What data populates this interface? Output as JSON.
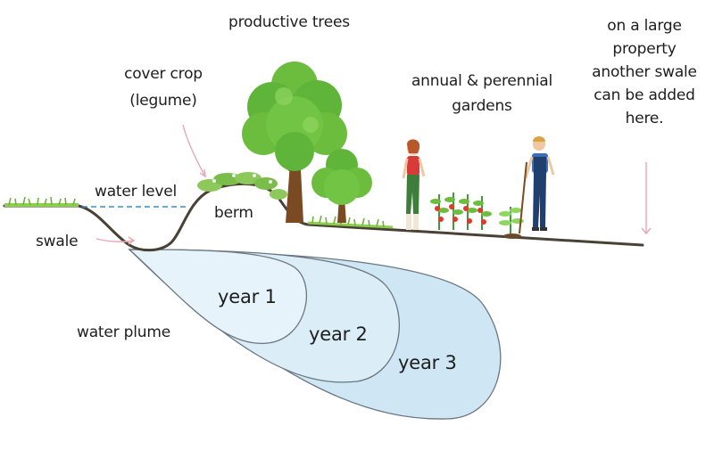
{
  "labels": {
    "productive_trees": "productive trees",
    "cover_crop_line1": "cover crop",
    "cover_crop_line2": "(legume)",
    "annual_line1": "annual & perennial",
    "annual_line2": "gardens",
    "large_property_line1": "on a large",
    "large_property_line2": "property",
    "large_property_line3": "another swale",
    "large_property_line4": "can be added",
    "large_property_line5": "here.",
    "water_level": "water level",
    "berm": "berm",
    "swale": "swale",
    "water_plume": "water plume",
    "year1": "year 1",
    "year2": "year 2",
    "year3": "year 3"
  },
  "colors": {
    "ground_line": "#4a4136",
    "grass": "#6cb33a",
    "water_level_dash": "#3a8fd1",
    "plume_year3": "#cfe7f4",
    "plume_year2": "#dbedf7",
    "plume_year1": "#e7f3fa",
    "plume_stroke": "#6a7680",
    "arrow_pink": "#e8a7b2",
    "tree_green": "#5fb53a",
    "tree_trunk": "#7a4a22",
    "tomato_red": "#e2372b"
  }
}
